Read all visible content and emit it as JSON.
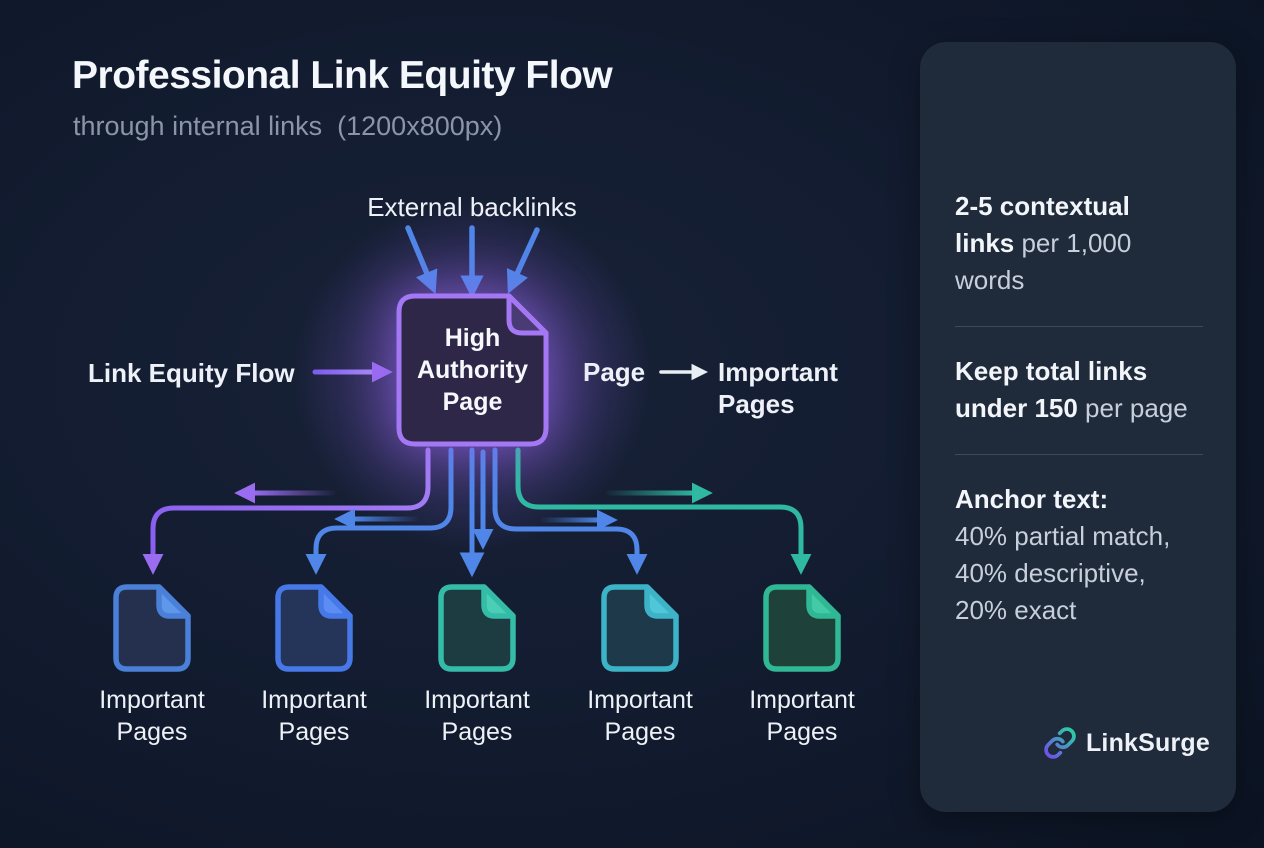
{
  "title": "Professional Link Equity Flow",
  "subtitle": "through internal links  (1200x800px)",
  "diagram": {
    "external_backlinks_label": "External backlinks",
    "link_equity_flow_label": "Link Equity Flow",
    "high_authority_node_label": "High Authority Page",
    "page_label": "Page",
    "important_pages_heading": "Important Pages",
    "doc_nodes": [
      {
        "label": "Important Pages",
        "accent": "#4a80d8"
      },
      {
        "label": "Important Pages",
        "accent": "#4678e8"
      },
      {
        "label": "Important Pages",
        "accent": "#34bca8"
      },
      {
        "label": "Important Pages",
        "accent": "#3cb3c6"
      },
      {
        "label": "Important Pages",
        "accent": "#30b794"
      }
    ]
  },
  "sidebar": {
    "tips": [
      {
        "bold": "2-5 contextual links",
        "rest": " per 1,000 words"
      },
      {
        "bold": "Keep total links under 150",
        "rest": " per page"
      },
      {
        "bold": "Anchor text:",
        "rest": "40% partial match,\n40% descriptive,\n20% exact"
      }
    ],
    "brand": "LinkSurge"
  },
  "colors": {
    "background": "#0f1726",
    "panel": "#1f2a3a",
    "node_purple": "#a478f4",
    "arrow_blue": "#4f86e8",
    "arrow_teal": "#30b9a2",
    "arrow_purple": "#9a6cf0",
    "glow_purple": "#9662ec"
  }
}
